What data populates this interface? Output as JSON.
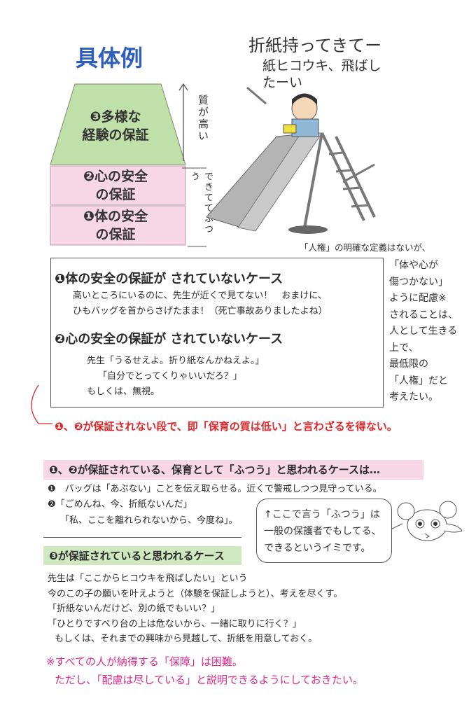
{
  "title": "具体例",
  "pyramid": {
    "tier3": "❸多様な\n経験の保証",
    "tier2": "❷心の安全\nの保証",
    "tier1": "❶体の安全\nの保証",
    "quality_label": "質が高い",
    "normal_label": "できててふつう"
  },
  "speech_top": {
    "line1": "折紙持ってきてー",
    "line2": "紙ヒコウキ、飛ばしたーい"
  },
  "side_note": {
    "heading": "「人権」の明確な定義はないが、",
    "lines": [
      "「体や心が",
      "傷つかない」",
      "ように配慮※",
      "されることは、",
      "人として生きる",
      "上で、",
      "最低限の",
      "「人権」だと",
      "考えたい。"
    ]
  },
  "case_box": {
    "case1_title": "❶体の安全の保証が されていないケース",
    "case1_line1": "高いところにいるのに、先生が近くで見てない！　おまけに、",
    "case1_line2": "ひもバッグを首からさげたまま！（死亡事故ありましたよね）",
    "case2_title": "❷心の安全の保証が されていないケース",
    "case2_line1": "先生「うるせえよ。折り紙なんかねえよ。」",
    "case2_line2": "「自分でとってくりゃいいだろ？」",
    "case2_line3": "もしくは、無視。"
  },
  "warning": "❶、❷が保証されない段で、即「保育の質は低い」と言わざるを得ない。",
  "normal_section": {
    "header": "❶、❷が保証されている、保育として「ふつう」と思われるケースは…",
    "item1": "❶　バッグは「あぶない」ことを伝え取らせる。近くで警戒しつつ見守っている。",
    "item2_line1": "❷「ごめんね、今、折紙ないんだ」",
    "item2_line2": "「私、ここを離れられないから、今度ね」。"
  },
  "bubble": {
    "line1": "↑ここで言う「ふつう」は",
    "line2": "一般の保護者でもしてる、",
    "line3": "できるというイミです。"
  },
  "good_section": {
    "header": "❸が保証されていると思われるケース",
    "lines": [
      "先生は「ここからヒコウキを飛ばしたい」という",
      "今のこの子の願いを叶えようと（体験を保証しようと）、考えを尽くす。",
      "「折紙ないんだけど、別の紙でもいい？」",
      "「ひとりですべり台の上は危ないから、一緒に取りに行く？」",
      "もしくは、それまでの興味から見越して、折紙を用意しておく。"
    ]
  },
  "footnote": {
    "line1": "※すべての人が納得する「保障」は困難。",
    "line2": "ただし、「配慮は尽している」と説明できるようにしておきたい。"
  },
  "colors": {
    "title": "#2f5fbd",
    "green": "#bfe0a8",
    "pink": "#f7d6e6",
    "red": "#e0262a",
    "magenta": "#e0288a"
  }
}
